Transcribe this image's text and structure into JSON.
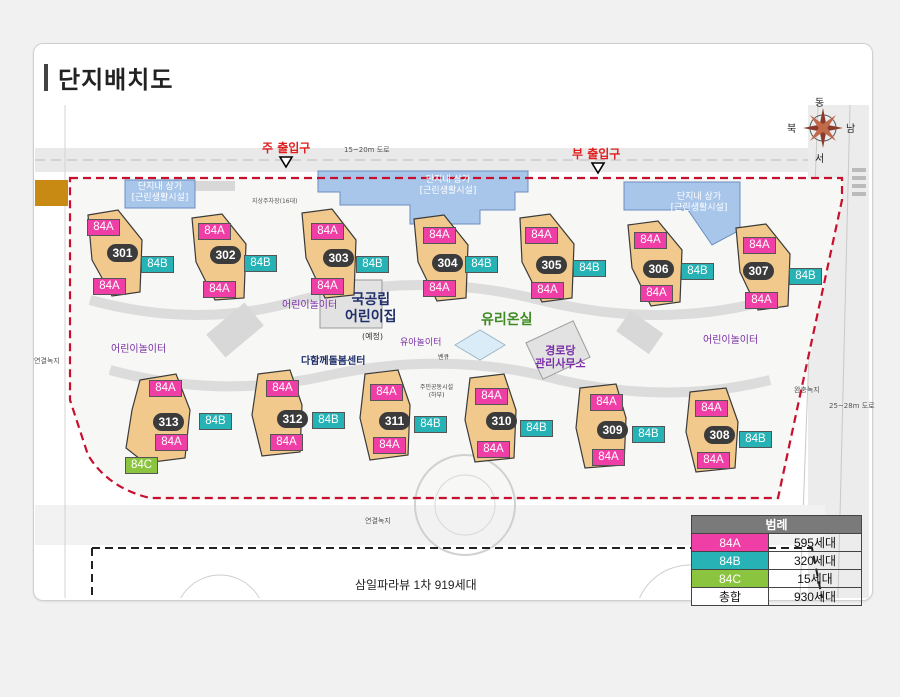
{
  "page": {
    "title": "단지배치도"
  },
  "compass": {
    "n": "동",
    "w": "북",
    "e": "남",
    "s": "서"
  },
  "entrances": {
    "main": "주 출입구",
    "sub": "부 출입구"
  },
  "roads": {
    "top": "15~20m 도로",
    "right": "25~28m 도로",
    "green_left": "연결녹지",
    "green_right": "완충녹지",
    "green_bottom": "연결녹지"
  },
  "facilities": {
    "shop1": "단지내 상가\n[근린생활시설]",
    "shop2": "단지내 상가\n[근린생활시설]",
    "shop3": "단지내 상가\n[근린생활시설]",
    "playground_1": "어린이놀이터",
    "playground_2": "어린이놀이터",
    "playground_3": "어린이놀이터",
    "daycare_title": "국공립\n어린이집",
    "daycare_note": "(예정)",
    "toddler_play": "유아놀이터",
    "greenhouse": "유리온실",
    "care_center": "다함께돌봄센터",
    "senior": "경로당\n관리사무소",
    "community": "주민공동시설\n(하부)",
    "parking": "지상주차장(16대)",
    "neighbor_complex": "삼일파라뷰 1차 919세대",
    "bench": "벤큐"
  },
  "buildings": [
    {
      "no": "301",
      "units": [
        "84A",
        "84B",
        "84A"
      ]
    },
    {
      "no": "302",
      "units": [
        "84A",
        "84B",
        "84A"
      ]
    },
    {
      "no": "303",
      "units": [
        "84A",
        "84B",
        "84A"
      ]
    },
    {
      "no": "304",
      "units": [
        "84A",
        "84B",
        "84A"
      ]
    },
    {
      "no": "305",
      "units": [
        "84A",
        "84B",
        "84A"
      ]
    },
    {
      "no": "306",
      "units": [
        "84A",
        "84B",
        "84A"
      ]
    },
    {
      "no": "307",
      "units": [
        "84A",
        "84B",
        "84A"
      ]
    },
    {
      "no": "313",
      "units": [
        "84A",
        "84B",
        "84A",
        "84C"
      ]
    },
    {
      "no": "312",
      "units": [
        "84A",
        "84B",
        "84A"
      ]
    },
    {
      "no": "311",
      "units": [
        "84A",
        "84B",
        "84A"
      ]
    },
    {
      "no": "310",
      "units": [
        "84A",
        "84B",
        "84A"
      ]
    },
    {
      "no": "309",
      "units": [
        "84A",
        "84B",
        "84A"
      ]
    },
    {
      "no": "308",
      "units": [
        "84A",
        "84B",
        "84A"
      ]
    }
  ],
  "legend": {
    "title": "범례",
    "rows": [
      {
        "key": "84A",
        "value": "595세대",
        "color": "#ef3fa6"
      },
      {
        "key": "84B",
        "value": "320세대",
        "color": "#27b3b5"
      },
      {
        "key": "84C",
        "value": "15세대",
        "color": "#8bc43f"
      },
      {
        "key": "총합",
        "value": "930세대",
        "color": "#ffffff"
      }
    ]
  }
}
